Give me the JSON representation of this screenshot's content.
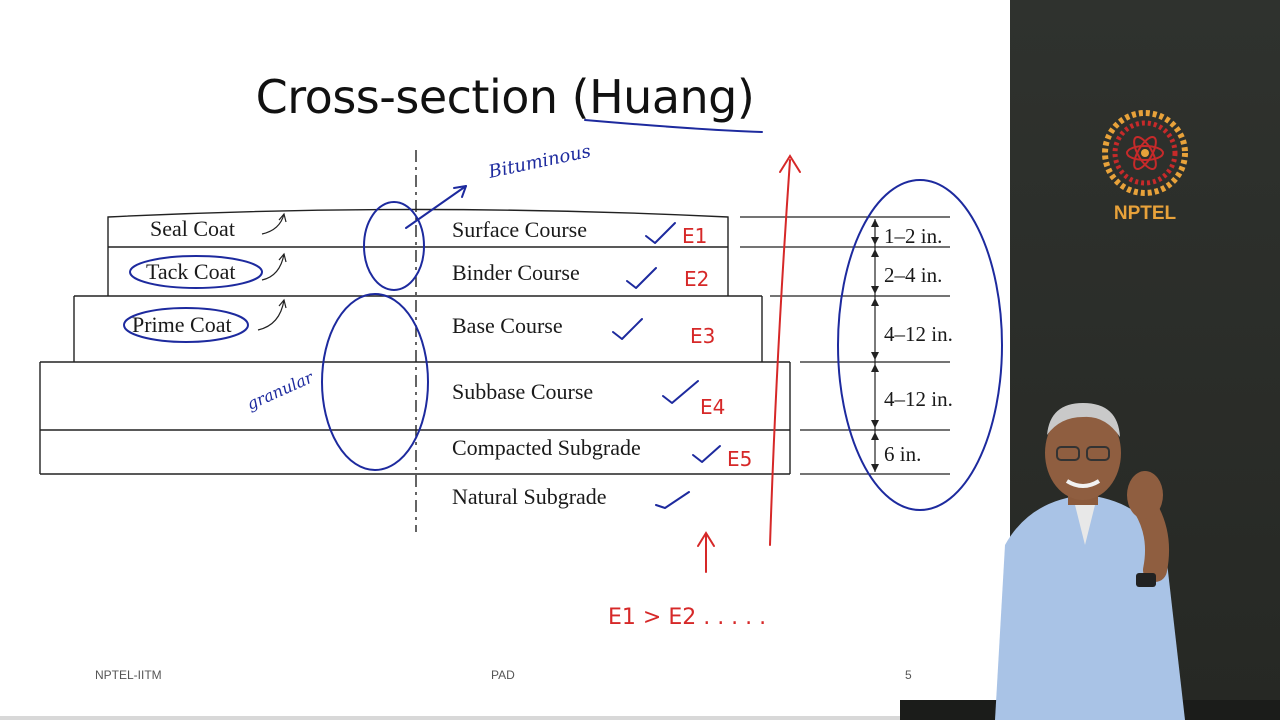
{
  "slide": {
    "title": "Cross-section (Huang)",
    "footer_left": "NPTEL-IITM",
    "footer_center": "PAD",
    "page_number": "5"
  },
  "diagram": {
    "left_labels": [
      "Seal Coat",
      "Tack Coat",
      "Prime Coat"
    ],
    "layers": [
      "Surface Course",
      "Binder Course",
      "Base Course",
      "Subbase Course",
      "Compacted Subgrade",
      "Natural Subgrade"
    ],
    "thicknesses": [
      "1–2 in.",
      "2–4 in.",
      "4–12 in.",
      "4–12 in.",
      "6 in."
    ]
  },
  "annotations": {
    "bituminous": "Bituminous",
    "granular": "granular",
    "moduli": [
      "E1",
      "E2",
      "E3",
      "E4",
      "E5"
    ],
    "relation": "E1 > E2 . . . . ."
  },
  "logo": {
    "text": "NPTEL"
  },
  "colors": {
    "pen_blue": "#1d2a9e",
    "pen_red": "#d62828",
    "logo_orange": "#e8a23a",
    "logo_red": "#c62a2a"
  }
}
